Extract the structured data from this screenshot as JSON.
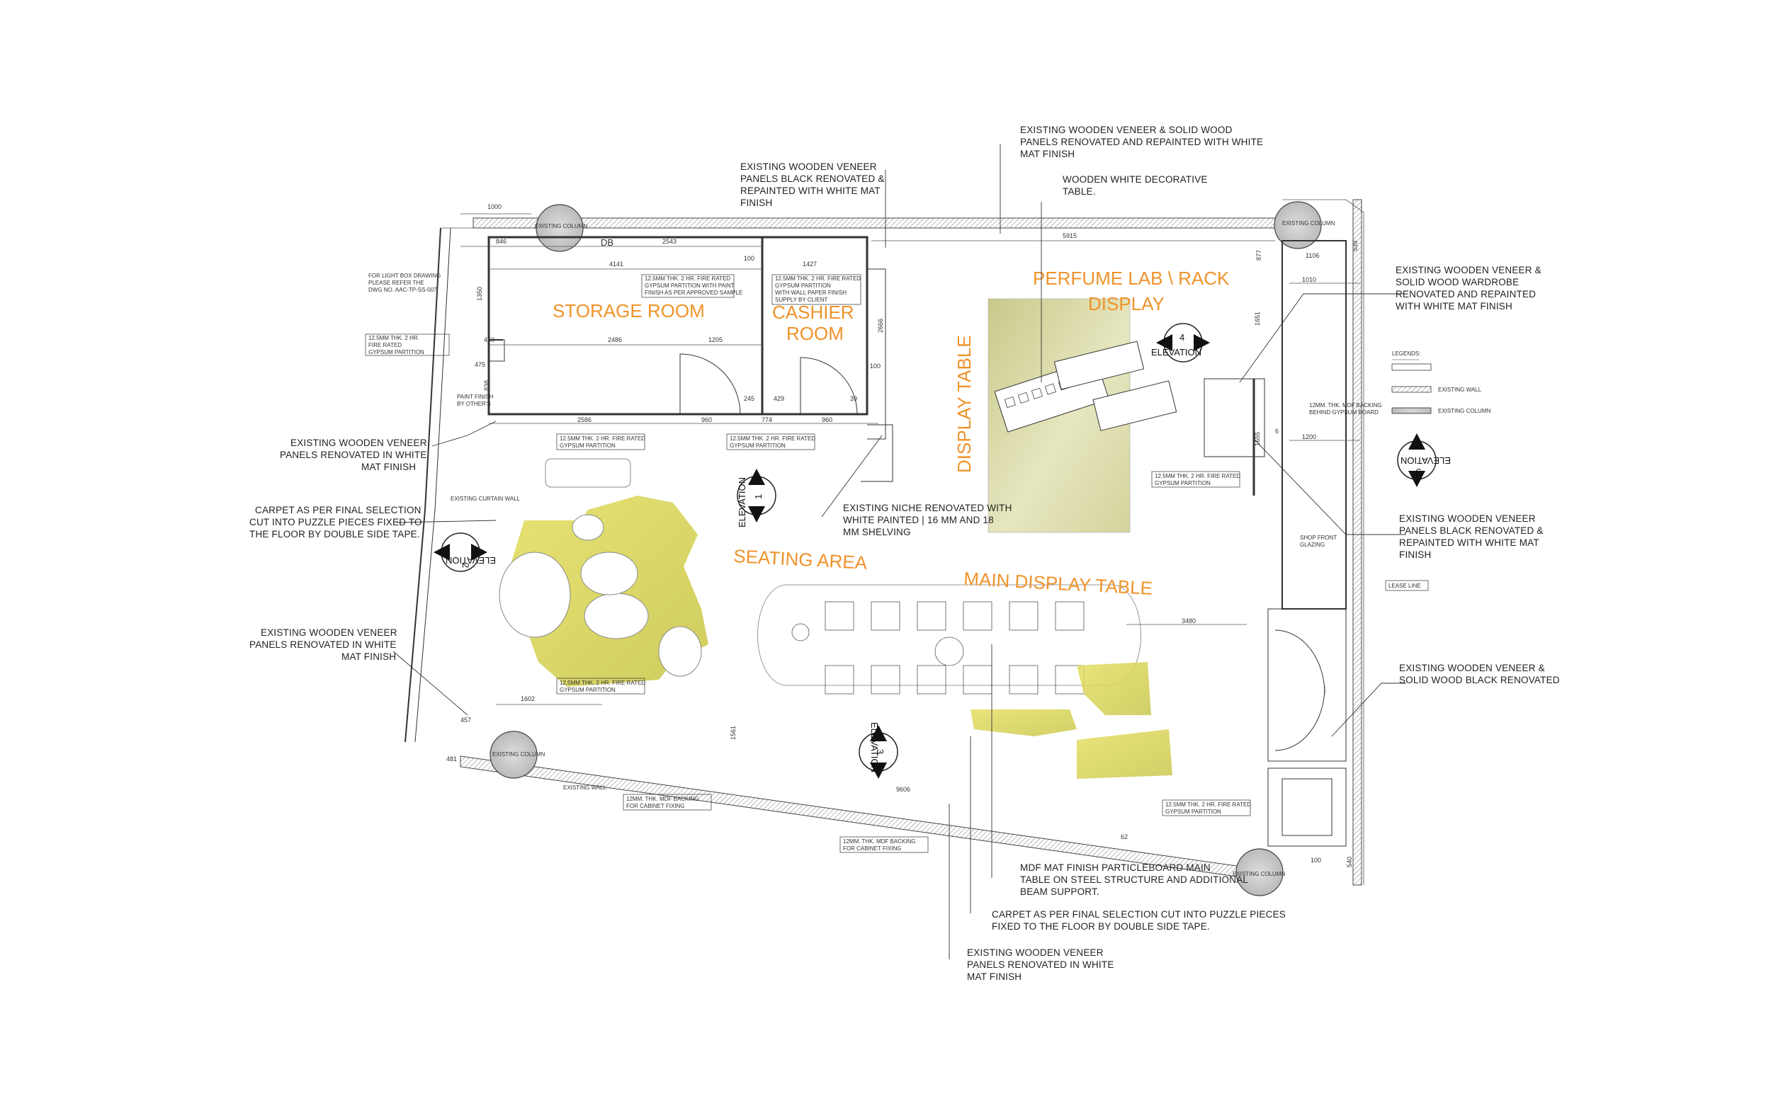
{
  "rooms": {
    "storage": "STORAGE ROOM",
    "cashier_line1": "CASHIER",
    "cashier_line2": "ROOM",
    "perfume_line1": "PERFUME LAB \\ RACK",
    "perfume_line2": "DISPLAY",
    "display_table": "DISPLAY TABLE",
    "seating": "SEATING AREA",
    "main_display": "MAIN DISPLAY TABLE"
  },
  "elevations": {
    "word": "ELEVATION",
    "e1": "1",
    "e2": "2",
    "e3": "3",
    "e4": "4",
    "e5": "5"
  },
  "notes": {
    "top_center": [
      "EXISTING WOODEN VENEER & SOLID WOOD",
      "PANELS RENOVATED AND REPAINTED WITH WHITE",
      "MAT FINISH"
    ],
    "wooden_table": [
      "WOODEN WHITE DECORATIVE",
      "TABLE."
    ],
    "top_left": [
      "EXISTING WOODEN VENEER",
      "PANELS BLACK RENOVATED &",
      "REPAINTED WITH WHITE MAT",
      "FINISH"
    ],
    "right_wardrobe": [
      "EXISTING WOODEN VENEER &",
      "SOLID WOOD WARDROBE",
      "RENOVATED AND REPAINTED",
      "WITH WHITE MAT FINISH"
    ],
    "left_veneer_1": [
      "EXISTING WOODEN VENEER",
      "PANELS RENOVATED IN WHITE",
      "MAT FINISH"
    ],
    "left_carpet": [
      "CARPET AS PER FINAL SELECTION",
      "CUT INTO PUZZLE PIECES FIXED TO",
      "THE FLOOR BY DOUBLE SIDE TAPE."
    ],
    "left_veneer_2": [
      "EXISTING WOODEN VENEER",
      "PANELS RENOVATED IN WHITE",
      "MAT FINISH"
    ],
    "niche": [
      "EXISTING NICHE RENOVATED WITH",
      "WHITE PAINTED | 16 MM AND 18",
      "MM SHELVING"
    ],
    "right_black": [
      "EXISTING WOODEN VENEER",
      "PANELS BLACK RENOVATED &",
      "REPAINTED WITH WHITE MAT",
      "FINISH"
    ],
    "right_solid": [
      "EXISTING WOODEN VENEER &",
      "SOLID WOOD BLACK RENOVATED"
    ],
    "mdf_table": [
      "MDF MAT FINISH PARTICLEBOARD MAIN",
      "TABLE ON STEEL STRUCTURE AND ADDITIONAL",
      "BEAM SUPPORT."
    ],
    "bottom_carpet": [
      "CARPET AS PER FINAL SELECTION CUT INTO PUZZLE PIECES",
      "FIXED TO THE FLOOR BY DOUBLE SIDE TAPE."
    ],
    "bottom_veneer": [
      "EXISTING WOODEN VENEER",
      "PANELS RENOVATED IN WHITE",
      "MAT FINISH"
    ]
  },
  "small_notes": {
    "light_box": [
      "FOR LIGHT BOX DRAWING",
      "PLEASE REFER THE",
      "DWG NO.  AAC-TP-SS-007"
    ],
    "gyp_left": [
      "12.5MM THK. 2 HR.",
      "FIRE RATED",
      "GYPSUM PARTITION"
    ],
    "gyp_storage": [
      "12.5MM THK. 2 HR. FIRE RATED",
      "GYPSUM PARTITION WITH PAINT",
      "FINISH AS PER APPROVED SAMPLE"
    ],
    "gyp_cashier": [
      "12.5MM THK. 2 HR. FIRE RATED",
      "GYPSUM PARTITION",
      "WITH WALL PAPER FINISH",
      "SUPPLY BY CLIENT"
    ],
    "paint_finish": [
      "PAINT FINISH",
      "BY OTHER'S"
    ],
    "gyp_1": [
      "12.5MM THK. 2 HR. FIRE RATED",
      "GYPSUM PARTITION"
    ],
    "gyp_2": [
      "12.5MM THK. 2 HR. FIRE RATED",
      "GYPSUM PARTITION"
    ],
    "curtain_wall": "EXISTING CURTAIN WALL",
    "gyp_3": [
      "12.5MM THK. 2 HR. FIRE RATED",
      "GYPSUM PARTITION"
    ],
    "gyp_4": [
      "12.5MM THK. 2 HR. FIRE RATED",
      "GYPSUM PARTITION"
    ],
    "mdf_backing_right": [
      "12MM. THK. MDF BACKING",
      "BEHIND GYPSUM BOARD"
    ],
    "shop_front": [
      "SHOP FRONT",
      "GLAZING"
    ],
    "lease_line": "LEASE LINE",
    "gyp_5": [
      "12.5MM THK. 2 HR. FIRE RATED",
      "GYPSUM PARTITION"
    ],
    "existing_wall": "EXISTING WALL",
    "mdf_backing_1": [
      "12MM. THK. MDF BACKING",
      "FOR CABINET FIXING"
    ],
    "mdf_backing_2": [
      "12MM. THK. MDF BACKING",
      "FOR CABINET FIXING"
    ],
    "col_tl": "EXISTING COLUMN",
    "col_tr": "EXISTING COLUMN",
    "col_bl": "EXISTING COLUMN",
    "col_br": "EXISTING COLUMN",
    "db": "DB"
  },
  "dimensions": {
    "d1000": "1000",
    "d846": "846",
    "d2543": "2543",
    "d4141": "4141",
    "d1427": "1427",
    "d5915": "5915",
    "d1106": "1106",
    "d1010": "1010",
    "d1651": "1651",
    "d1655": "1655",
    "d1200": "1200",
    "d2486": "2486",
    "d1205": "1205",
    "d475": "475",
    "d2586": "2586",
    "d960a": "960",
    "d774": "774",
    "d960b": "960",
    "d245": "245",
    "d429": "429",
    "d39": "39",
    "d100a": "100",
    "d100b": "100",
    "d2666": "2666",
    "d1602": "1602",
    "d9606": "9606",
    "d3480": "3480",
    "d481": "481",
    "d457": "457",
    "d100c": "100",
    "d540": "540",
    "d539": "539",
    "d877": "877",
    "d450": "450",
    "d1350": "1350",
    "d838": "838",
    "d62": "62",
    "d1561": "1561",
    "d6": "6"
  },
  "legends": {
    "title": "LEGENDS:",
    "existing_wall": "EXISTING WALL",
    "existing_column": "EXISTING COLUMN"
  },
  "colors": {
    "room_label": "#f0932b",
    "carpet_yellow": "#d9d64a",
    "display_pad": "#dcdca0"
  }
}
